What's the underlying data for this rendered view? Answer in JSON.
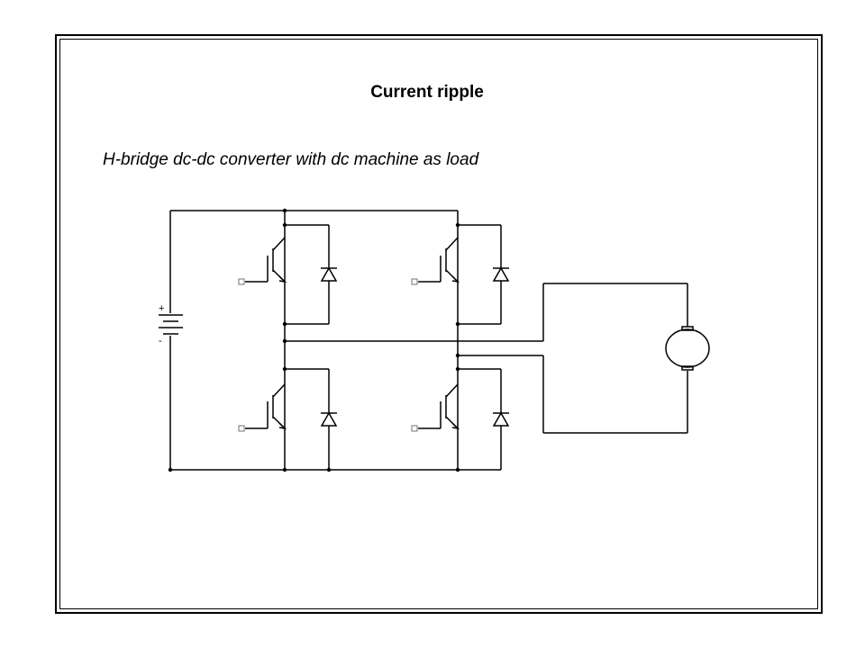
{
  "slide": {
    "title": "Current ripple",
    "subtitle": "H-bridge dc-dc converter with dc machine as load"
  },
  "circuit": {
    "battery_plus_label": "+",
    "battery_minus_label": "-",
    "components": [
      "dc-source",
      "igbt-upper-left",
      "igbt-lower-left",
      "igbt-upper-right",
      "igbt-lower-right",
      "diode-upper-left",
      "diode-lower-left",
      "diode-upper-right",
      "diode-lower-right",
      "dc-machine"
    ]
  },
  "colors": {
    "line": "#000000",
    "gate_terminal": "#888888"
  }
}
